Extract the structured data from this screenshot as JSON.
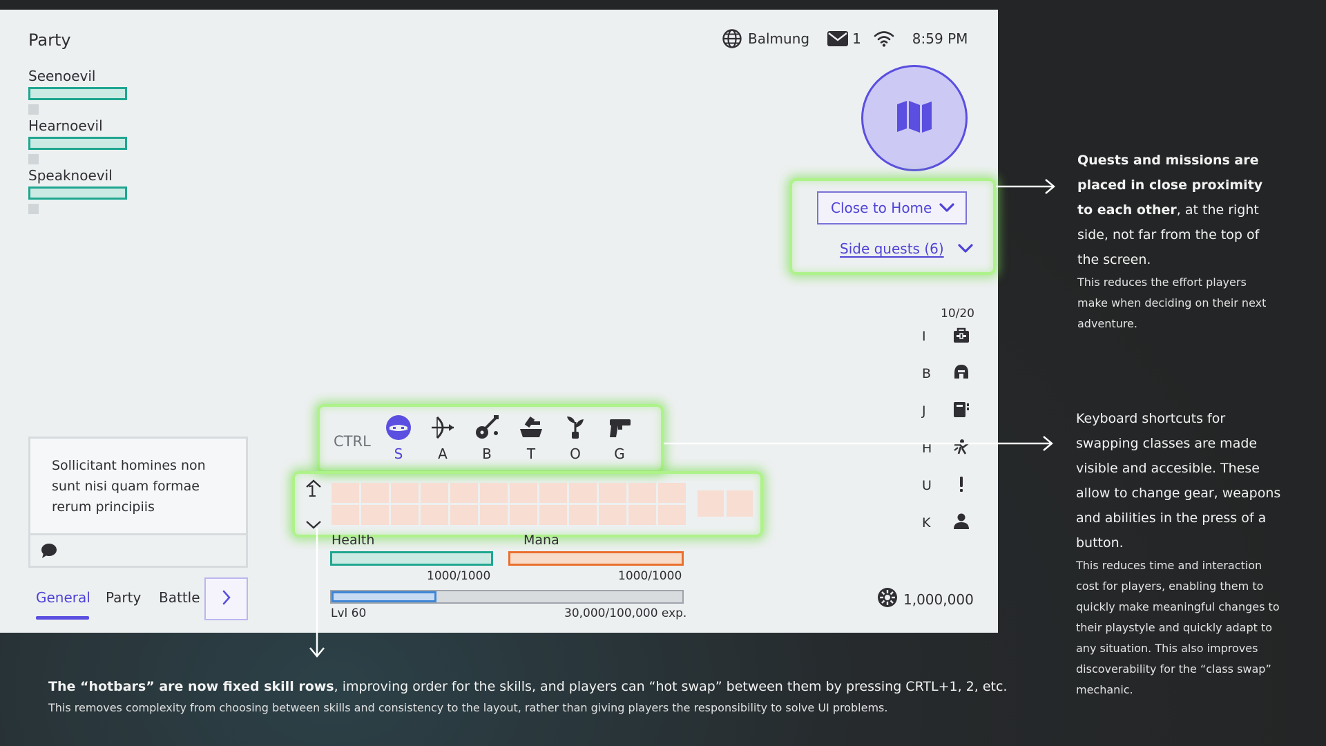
{
  "party": {
    "title": "Party",
    "members": [
      {
        "name": "Seenoevil"
      },
      {
        "name": "Hearnoevil"
      },
      {
        "name": "Speaknoevil"
      }
    ]
  },
  "status": {
    "server": "Balmung",
    "mail_count": "1",
    "time": "8:59 PM"
  },
  "quests": {
    "main_quest": "Close to Home",
    "side_quests": "Side quests (6)"
  },
  "shortcuts": {
    "count": "10/20",
    "items": [
      {
        "key": "I",
        "icon": "inventory-icon"
      },
      {
        "key": "B",
        "icon": "helmet-icon"
      },
      {
        "key": "J",
        "icon": "journal-icon"
      },
      {
        "key": "H",
        "icon": "skills-icon"
      },
      {
        "key": "U",
        "icon": "alert-icon"
      },
      {
        "key": "K",
        "icon": "character-icon"
      }
    ]
  },
  "hotbar": {
    "modifier": "CTRL",
    "classes": [
      {
        "key": "S",
        "icon": "samurai-icon",
        "active": true
      },
      {
        "key": "A",
        "icon": "archer-icon",
        "active": false
      },
      {
        "key": "B",
        "icon": "bard-icon",
        "active": false
      },
      {
        "key": "T",
        "icon": "tank-icon",
        "active": false
      },
      {
        "key": "O",
        "icon": "herbalist-icon",
        "active": false
      },
      {
        "key": "G",
        "icon": "gunner-icon",
        "active": false
      }
    ],
    "page": "1"
  },
  "stats": {
    "health_label": "Health",
    "health_value": "1000/1000",
    "mana_label": "Mana",
    "mana_value": "1000/1000",
    "level": "Lvl 60",
    "exp": "30,000/100,000 exp.",
    "exp_fraction": 0.3
  },
  "chat": {
    "message": "Sollicitant homines non sunt nisi quam formae rerum principiis",
    "tabs": [
      "General",
      "Party",
      "Battle"
    ]
  },
  "currency": "1,000,000",
  "annotations": {
    "quests_bold": "Quests and missions are placed in close proximity to each other",
    "quests_rest": ", at the right side, not far from the top of the screen.",
    "quests_sub": "This reduces the effort players make when deciding on their next adventure.",
    "keys_head": "Keyboard shortcuts for swapping classes are made visible and accesible. These allow to change gear, weapons and abilities in the press of a button.",
    "keys_sub": "This reduces time and interaction cost for players, enabling them to quickly make meaningful changes to their playstyle and quickly adapt to any situation. This also improves discoverability for the “class swap” mechanic.",
    "hotbar_bold": "The “hotbars” are now fixed skill rows",
    "hotbar_rest": ", improving order for the skills, and players can “hot swap” between them by pressing CRTL+1, 2, etc.",
    "hotbar_sub": "This removes complexity from choosing between skills and consistency to the layout, rather than giving players the responsibility to solve UI problems."
  },
  "colors": {
    "accent": "#5a4fe0",
    "health": "#1fa690",
    "mana": "#ea6f2e",
    "exp": "#3e86d6",
    "highlight": "#aef28a"
  }
}
